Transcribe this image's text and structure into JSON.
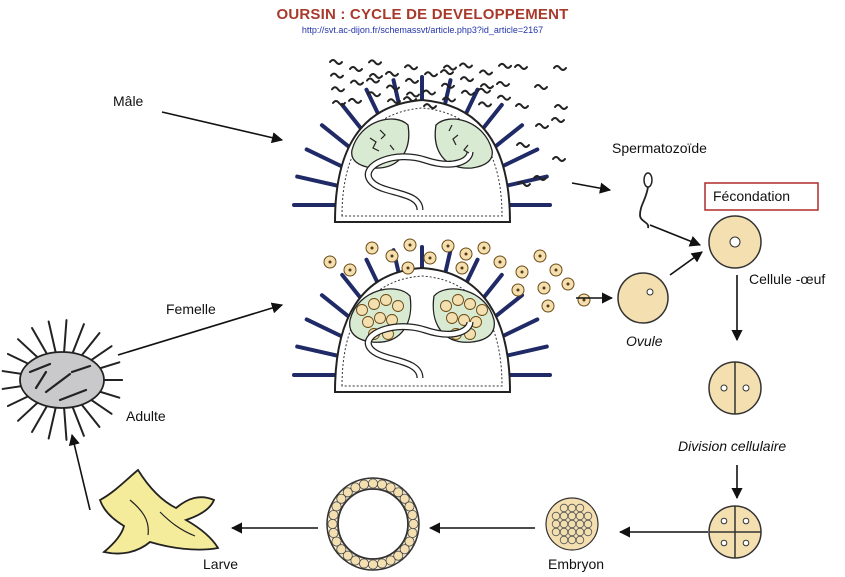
{
  "header": {
    "title": "OURSIN : CYCLE DE DEVELOPPEMENT",
    "url": "http://svt.ac-dijon.fr/schemassvt/article.php3?id_article=2167"
  },
  "labels": {
    "male": "Mâle",
    "female": "Femelle",
    "adult": "Adulte",
    "sperm": "Spermatozoïde",
    "fecondation": "Fécondation",
    "cell_egg": "Cellule -œuf",
    "ovule": "Ovule",
    "division": "Division cellulaire",
    "embryo": "Embryon",
    "larva": "Larve"
  },
  "colors": {
    "title": "#a83a2c",
    "url": "#2233aa",
    "cell_fill": "#f3dfb0",
    "gonad_fill": "#d9ead2",
    "spine": "#1f2a66",
    "larva_fill": "#f4ec9a",
    "fecondation_border": "#b02a2a"
  }
}
